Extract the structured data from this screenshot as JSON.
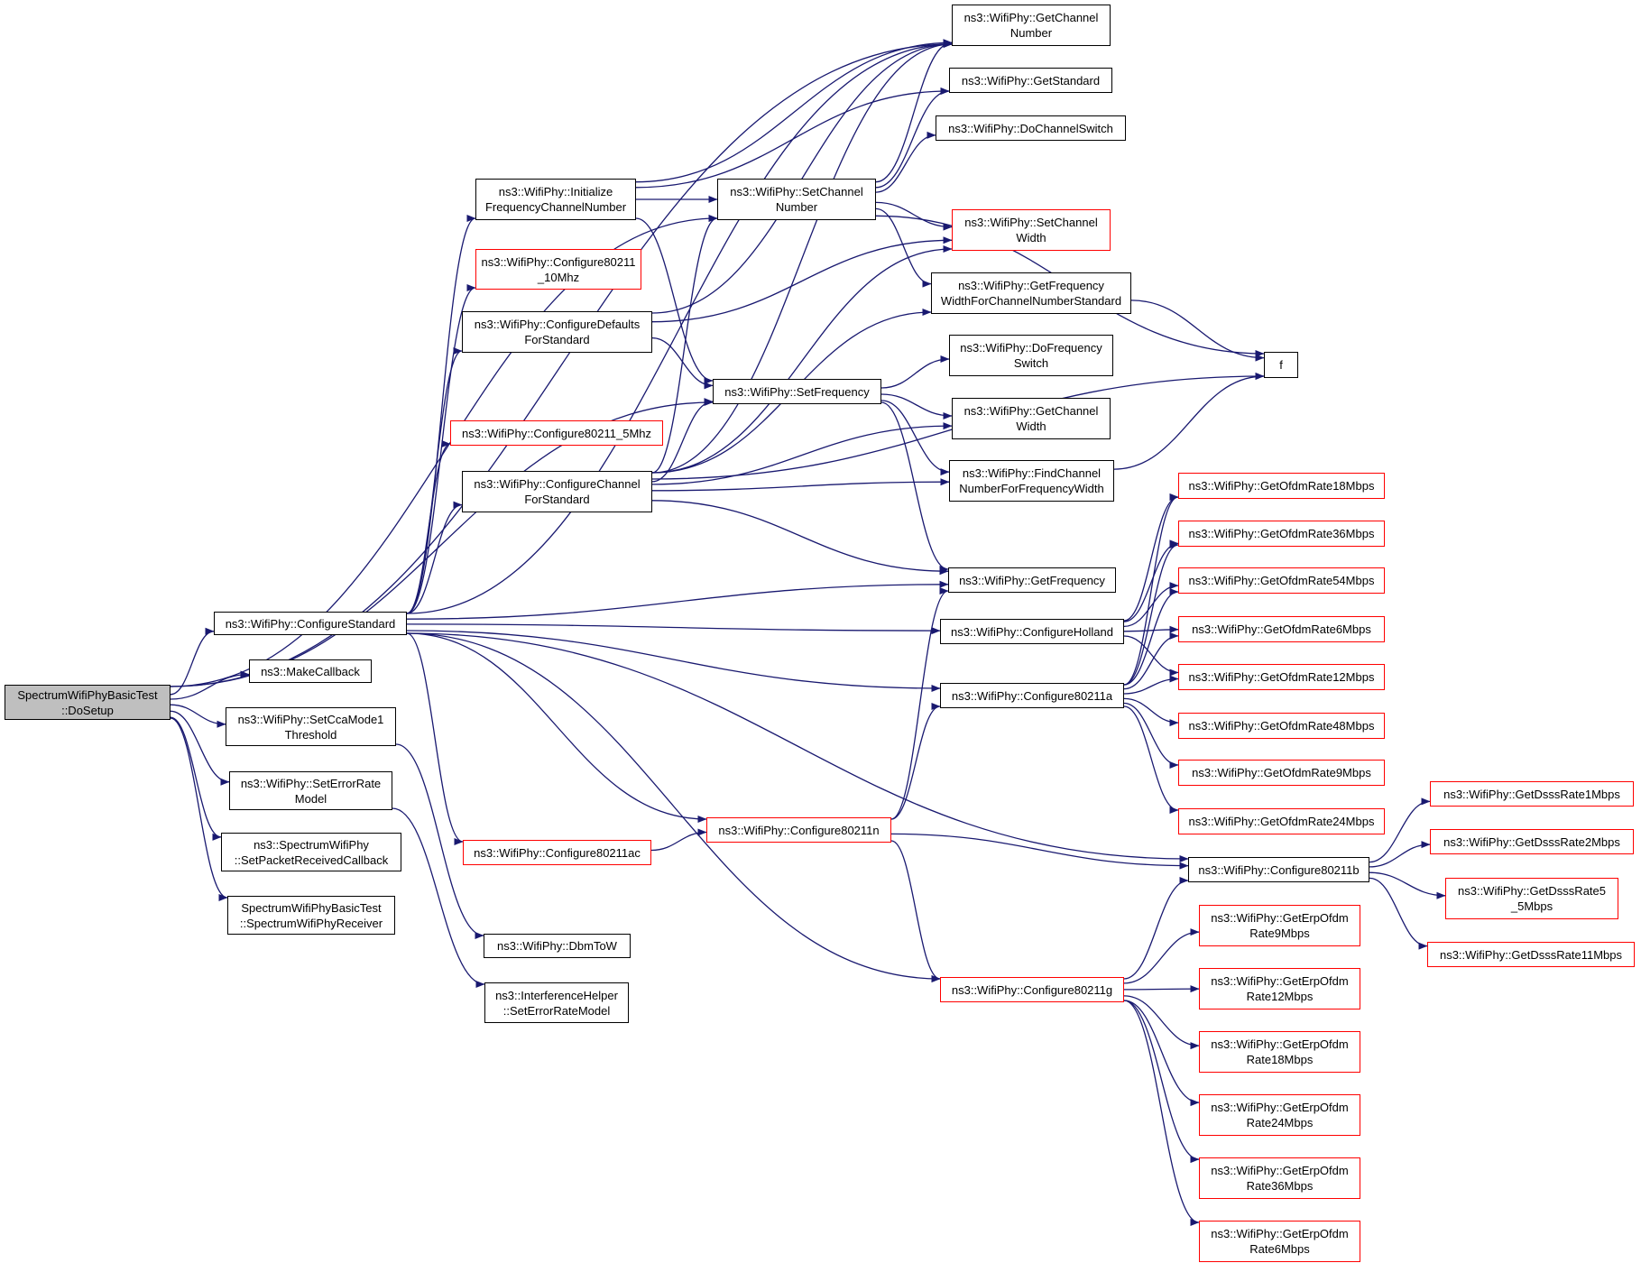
{
  "colors": {
    "edge": "#191970",
    "border": "#000000",
    "incomplete_border": "#ff0000",
    "root_fill": "#bfbfbf",
    "background": "#ffffff"
  },
  "nodes": [
    {
      "id": "root",
      "label": "SpectrumWifiPhyBasicTest\n::DoSetup",
      "style": "root"
    },
    {
      "id": "configure_standard",
      "label": "ns3::WifiPhy::ConfigureStandard",
      "style": "normal"
    },
    {
      "id": "make_callback",
      "label": "ns3::MakeCallback",
      "style": "normal"
    },
    {
      "id": "set_cca_mode1_threshold",
      "label": "ns3::WifiPhy::SetCcaMode1\nThreshold",
      "style": "normal"
    },
    {
      "id": "set_error_rate_model",
      "label": "ns3::WifiPhy::SetErrorRate\nModel",
      "style": "normal"
    },
    {
      "id": "set_packet_received_callback",
      "label": "ns3::SpectrumWifiPhy\n::SetPacketReceivedCallback",
      "style": "normal"
    },
    {
      "id": "spectrum_wifi_phy_receiver",
      "label": "SpectrumWifiPhyBasicTest\n::SpectrumWifiPhyReceiver",
      "style": "normal"
    },
    {
      "id": "initialize_frequency_channel_number",
      "label": "ns3::WifiPhy::Initialize\nFrequencyChannelNumber",
      "style": "normal"
    },
    {
      "id": "configure80211_10mhz",
      "label": "ns3::WifiPhy::Configure80211\n_10Mhz",
      "style": "red"
    },
    {
      "id": "configure_defaults_for_standard",
      "label": "ns3::WifiPhy::ConfigureDefaults\nForStandard",
      "style": "normal"
    },
    {
      "id": "configure80211_5mhz",
      "label": "ns3::WifiPhy::Configure80211_5Mhz",
      "style": "red"
    },
    {
      "id": "configure_channel_for_standard",
      "label": "ns3::WifiPhy::ConfigureChannel\nForStandard",
      "style": "normal"
    },
    {
      "id": "configure80211ac",
      "label": "ns3::WifiPhy::Configure80211ac",
      "style": "red"
    },
    {
      "id": "dbm_to_w",
      "label": "ns3::WifiPhy::DbmToW",
      "style": "normal"
    },
    {
      "id": "interference_helper_set_error_rate_model",
      "label": "ns3::InterferenceHelper\n::SetErrorRateModel",
      "style": "normal"
    },
    {
      "id": "set_channel_number",
      "label": "ns3::WifiPhy::SetChannel\nNumber",
      "style": "normal"
    },
    {
      "id": "set_frequency",
      "label": "ns3::WifiPhy::SetFrequency",
      "style": "normal"
    },
    {
      "id": "configure80211n",
      "label": "ns3::WifiPhy::Configure80211n",
      "style": "red"
    },
    {
      "id": "get_channel_number",
      "label": "ns3::WifiPhy::GetChannel\nNumber",
      "style": "normal"
    },
    {
      "id": "get_standard",
      "label": "ns3::WifiPhy::GetStandard",
      "style": "normal"
    },
    {
      "id": "do_channel_switch",
      "label": "ns3::WifiPhy::DoChannelSwitch",
      "style": "normal"
    },
    {
      "id": "set_channel_width",
      "label": "ns3::WifiPhy::SetChannel\nWidth",
      "style": "red"
    },
    {
      "id": "get_frequency_width_for_channel_number_standard",
      "label": "ns3::WifiPhy::GetFrequency\nWidthForChannelNumberStandard",
      "style": "normal"
    },
    {
      "id": "do_frequency_switch",
      "label": "ns3::WifiPhy::DoFrequency\nSwitch",
      "style": "normal"
    },
    {
      "id": "get_channel_width",
      "label": "ns3::WifiPhy::GetChannel\nWidth",
      "style": "normal"
    },
    {
      "id": "find_channel_number_for_frequency_width",
      "label": "ns3::WifiPhy::FindChannel\nNumberForFrequencyWidth",
      "style": "normal"
    },
    {
      "id": "get_frequency",
      "label": "ns3::WifiPhy::GetFrequency",
      "style": "normal"
    },
    {
      "id": "configure_holland",
      "label": "ns3::WifiPhy::ConfigureHolland",
      "style": "normal"
    },
    {
      "id": "configure80211a",
      "label": "ns3::WifiPhy::Configure80211a",
      "style": "normal"
    },
    {
      "id": "configure80211g",
      "label": "ns3::WifiPhy::Configure80211g",
      "style": "red"
    },
    {
      "id": "f",
      "label": "f",
      "style": "normal"
    },
    {
      "id": "get_ofdm_rate18mbps",
      "label": "ns3::WifiPhy::GetOfdmRate18Mbps",
      "style": "red"
    },
    {
      "id": "get_ofdm_rate36mbps",
      "label": "ns3::WifiPhy::GetOfdmRate36Mbps",
      "style": "red"
    },
    {
      "id": "get_ofdm_rate54mbps",
      "label": "ns3::WifiPhy::GetOfdmRate54Mbps",
      "style": "red"
    },
    {
      "id": "get_ofdm_rate6mbps",
      "label": "ns3::WifiPhy::GetOfdmRate6Mbps",
      "style": "red"
    },
    {
      "id": "get_ofdm_rate12mbps",
      "label": "ns3::WifiPhy::GetOfdmRate12Mbps",
      "style": "red"
    },
    {
      "id": "get_ofdm_rate48mbps",
      "label": "ns3::WifiPhy::GetOfdmRate48Mbps",
      "style": "red"
    },
    {
      "id": "get_ofdm_rate9mbps",
      "label": "ns3::WifiPhy::GetOfdmRate9Mbps",
      "style": "red"
    },
    {
      "id": "get_ofdm_rate24mbps",
      "label": "ns3::WifiPhy::GetOfdmRate24Mbps",
      "style": "red"
    },
    {
      "id": "configure80211b",
      "label": "ns3::WifiPhy::Configure80211b",
      "style": "normal"
    },
    {
      "id": "get_erp_ofdm_rate9mbps",
      "label": "ns3::WifiPhy::GetErpOfdm\nRate9Mbps",
      "style": "red"
    },
    {
      "id": "get_erp_ofdm_rate12mbps",
      "label": "ns3::WifiPhy::GetErpOfdm\nRate12Mbps",
      "style": "red"
    },
    {
      "id": "get_erp_ofdm_rate18mbps",
      "label": "ns3::WifiPhy::GetErpOfdm\nRate18Mbps",
      "style": "red"
    },
    {
      "id": "get_erp_ofdm_rate24mbps",
      "label": "ns3::WifiPhy::GetErpOfdm\nRate24Mbps",
      "style": "red"
    },
    {
      "id": "get_erp_ofdm_rate36mbps",
      "label": "ns3::WifiPhy::GetErpOfdm\nRate36Mbps",
      "style": "red"
    },
    {
      "id": "get_erp_ofdm_rate6mbps",
      "label": "ns3::WifiPhy::GetErpOfdm\nRate6Mbps",
      "style": "red"
    },
    {
      "id": "get_dsss_rate1mbps",
      "label": "ns3::WifiPhy::GetDsssRate1Mbps",
      "style": "red"
    },
    {
      "id": "get_dsss_rate2mbps",
      "label": "ns3::WifiPhy::GetDsssRate2Mbps",
      "style": "red"
    },
    {
      "id": "get_dsss_rate5_5mbps",
      "label": "ns3::WifiPhy::GetDsssRate5\n_5Mbps",
      "style": "red"
    },
    {
      "id": "get_dsss_rate11mbps",
      "label": "ns3::WifiPhy::GetDsssRate11Mbps",
      "style": "red"
    }
  ],
  "edges": [
    [
      "root",
      "configure_standard"
    ],
    [
      "root",
      "make_callback"
    ],
    [
      "root",
      "set_cca_mode1_threshold"
    ],
    [
      "root",
      "set_error_rate_model"
    ],
    [
      "root",
      "set_packet_received_callback"
    ],
    [
      "root",
      "spectrum_wifi_phy_receiver"
    ],
    [
      "root",
      "get_channel_number"
    ],
    [
      "root",
      "set_channel_number"
    ],
    [
      "root",
      "set_frequency"
    ],
    [
      "configure_standard",
      "initialize_frequency_channel_number"
    ],
    [
      "configure_standard",
      "configure80211_10mhz"
    ],
    [
      "configure_standard",
      "configure_defaults_for_standard"
    ],
    [
      "configure_standard",
      "configure80211_5mhz"
    ],
    [
      "configure_standard",
      "configure_channel_for_standard"
    ],
    [
      "configure_standard",
      "get_channel_number"
    ],
    [
      "configure_standard",
      "get_frequency"
    ],
    [
      "configure_standard",
      "configure_holland"
    ],
    [
      "configure_standard",
      "configure80211a"
    ],
    [
      "configure_standard",
      "configure80211ac"
    ],
    [
      "configure_standard",
      "configure80211n"
    ],
    [
      "configure_standard",
      "configure80211b"
    ],
    [
      "configure_standard",
      "configure80211g"
    ],
    [
      "set_cca_mode1_threshold",
      "dbm_to_w"
    ],
    [
      "set_error_rate_model",
      "interference_helper_set_error_rate_model"
    ],
    [
      "initialize_frequency_channel_number",
      "get_channel_number"
    ],
    [
      "initialize_frequency_channel_number",
      "get_standard"
    ],
    [
      "initialize_frequency_channel_number",
      "set_channel_number"
    ],
    [
      "initialize_frequency_channel_number",
      "set_frequency"
    ],
    [
      "configure_defaults_for_standard",
      "get_channel_number"
    ],
    [
      "configure_defaults_for_standard",
      "set_channel_width"
    ],
    [
      "configure_defaults_for_standard",
      "set_frequency"
    ],
    [
      "configure_channel_for_standard",
      "get_channel_number"
    ],
    [
      "configure_channel_for_standard",
      "set_channel_number"
    ],
    [
      "configure_channel_for_standard",
      "set_channel_width"
    ],
    [
      "configure_channel_for_standard",
      "get_frequency_width_for_channel_number_standard"
    ],
    [
      "configure_channel_for_standard",
      "set_frequency"
    ],
    [
      "configure_channel_for_standard",
      "get_channel_width"
    ],
    [
      "configure_channel_for_standard",
      "find_channel_number_for_frequency_width"
    ],
    [
      "configure_channel_for_standard",
      "f"
    ],
    [
      "configure_channel_for_standard",
      "get_frequency"
    ],
    [
      "set_channel_number",
      "get_channel_number"
    ],
    [
      "set_channel_number",
      "get_standard"
    ],
    [
      "set_channel_number",
      "do_channel_switch"
    ],
    [
      "set_channel_number",
      "set_channel_width"
    ],
    [
      "set_channel_number",
      "get_frequency_width_for_channel_number_standard"
    ],
    [
      "set_channel_number",
      "f"
    ],
    [
      "set_frequency",
      "do_frequency_switch"
    ],
    [
      "set_frequency",
      "get_channel_width"
    ],
    [
      "set_frequency",
      "find_channel_number_for_frequency_width"
    ],
    [
      "set_frequency",
      "get_frequency"
    ],
    [
      "get_frequency_width_for_channel_number_standard",
      "f"
    ],
    [
      "find_channel_number_for_frequency_width",
      "f"
    ],
    [
      "configure80211ac",
      "configure80211n"
    ],
    [
      "configure80211n",
      "get_frequency"
    ],
    [
      "configure80211n",
      "configure80211a"
    ],
    [
      "configure80211n",
      "configure80211b"
    ],
    [
      "configure80211n",
      "configure80211g"
    ],
    [
      "configure_holland",
      "get_ofdm_rate18mbps"
    ],
    [
      "configure_holland",
      "get_ofdm_rate36mbps"
    ],
    [
      "configure_holland",
      "get_ofdm_rate54mbps"
    ],
    [
      "configure_holland",
      "get_ofdm_rate6mbps"
    ],
    [
      "configure_holland",
      "get_ofdm_rate12mbps"
    ],
    [
      "configure80211a",
      "get_ofdm_rate18mbps"
    ],
    [
      "configure80211a",
      "get_ofdm_rate36mbps"
    ],
    [
      "configure80211a",
      "get_ofdm_rate54mbps"
    ],
    [
      "configure80211a",
      "get_ofdm_rate6mbps"
    ],
    [
      "configure80211a",
      "get_ofdm_rate12mbps"
    ],
    [
      "configure80211a",
      "get_ofdm_rate48mbps"
    ],
    [
      "configure80211a",
      "get_ofdm_rate9mbps"
    ],
    [
      "configure80211a",
      "get_ofdm_rate24mbps"
    ],
    [
      "configure80211g",
      "configure80211b"
    ],
    [
      "configure80211g",
      "get_erp_ofdm_rate9mbps"
    ],
    [
      "configure80211g",
      "get_erp_ofdm_rate12mbps"
    ],
    [
      "configure80211g",
      "get_erp_ofdm_rate18mbps"
    ],
    [
      "configure80211g",
      "get_erp_ofdm_rate24mbps"
    ],
    [
      "configure80211g",
      "get_erp_ofdm_rate36mbps"
    ],
    [
      "configure80211g",
      "get_erp_ofdm_rate6mbps"
    ],
    [
      "configure80211b",
      "get_dsss_rate1mbps"
    ],
    [
      "configure80211b",
      "get_dsss_rate2mbps"
    ],
    [
      "configure80211b",
      "get_dsss_rate5_5mbps"
    ],
    [
      "configure80211b",
      "get_dsss_rate11mbps"
    ]
  ]
}
